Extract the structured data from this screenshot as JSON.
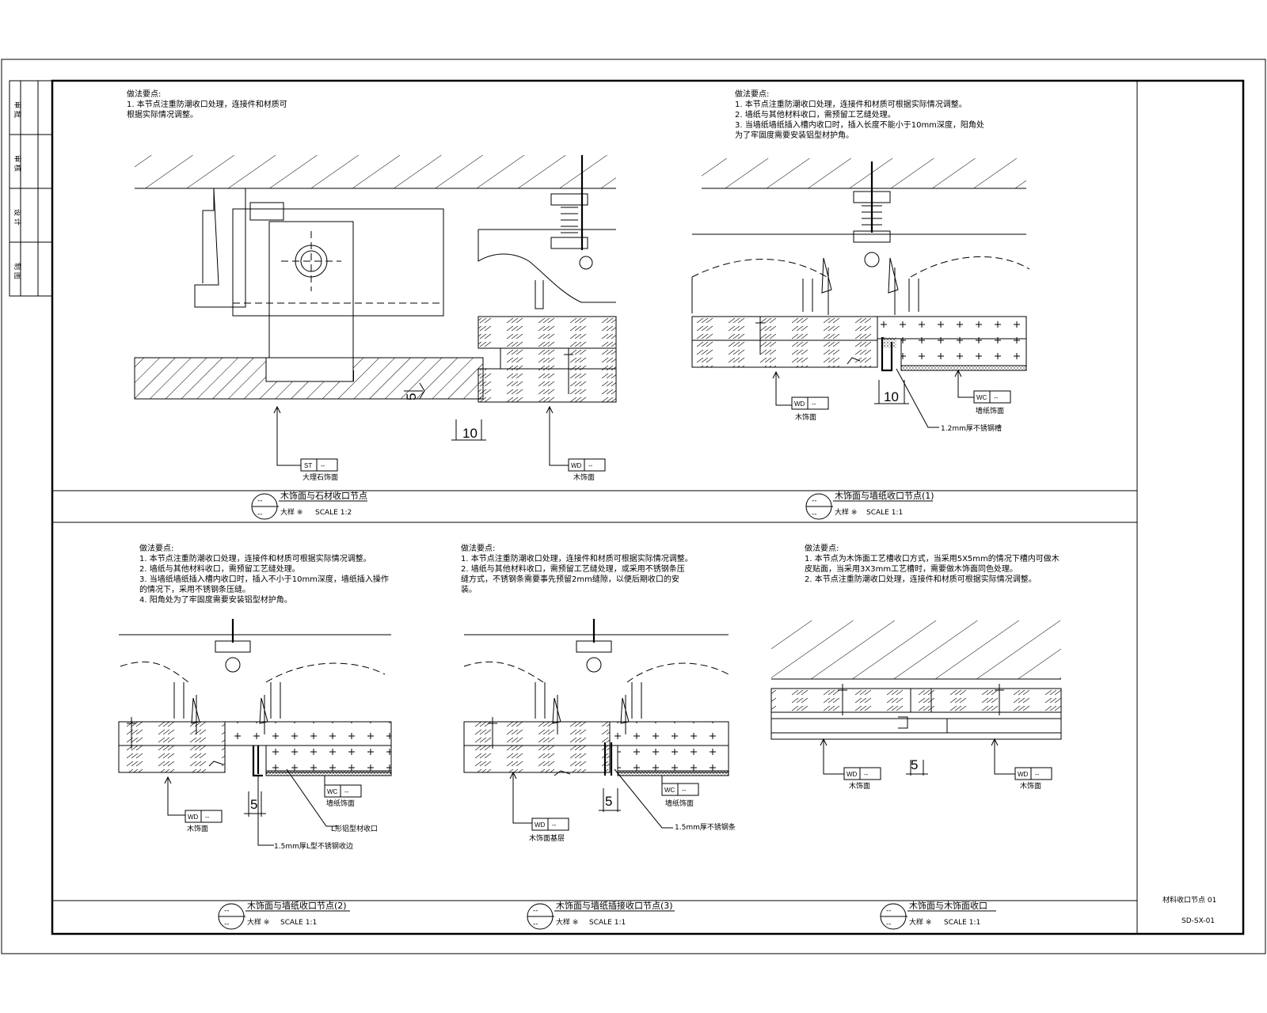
{
  "title_block": {
    "left_strip": [
      "审 批",
      "审 核",
      "设 计",
      "制 图"
    ],
    "right_text_1": "材料收口节点 01",
    "right_text_2": "SD-SX-01"
  },
  "details": [
    {
      "title": "木饰面与石材收口节点",
      "subtitle": "大样 ※",
      "scale": "SCALE 1:2",
      "notes_heading": "做法要点:",
      "notes": [
        "1. 本节点注重防潮收口处理，连接件和材质可",
        "   根据实际情况调整。"
      ],
      "tags": [
        {
          "code": "ST",
          "value": "--",
          "caption": "大理石饰面"
        },
        {
          "code": "WD",
          "value": "--",
          "caption": "木饰面"
        }
      ],
      "dims": [
        "5",
        "10"
      ],
      "callouts": []
    },
    {
      "title": "木饰面与墙纸收口节点(1)",
      "subtitle": "大样 ※",
      "scale": "SCALE 1:1",
      "notes_heading": "做法要点:",
      "notes": [
        "1. 本节点注重防潮收口处理，连接件和材质可根据实际情况调整。",
        "2. 墙纸与其他材料收口，需预留工艺缝处理。",
        "3. 当墙纸墙纸插入槽内收口时，插入长度不能小于10mm深度，阳角处",
        "   为了牢固度需要安装铝型材护角。"
      ],
      "tags": [
        {
          "code": "WD",
          "value": "--",
          "caption": "木饰面"
        },
        {
          "code": "WC",
          "value": "--",
          "caption": "墙纸饰面"
        }
      ],
      "dims": [
        "10"
      ],
      "callouts": [
        "1.2mm厚不锈钢槽"
      ]
    },
    {
      "title": "木饰面与墙纸收口节点(2)",
      "subtitle": "大样 ※",
      "scale": "SCALE 1:1",
      "notes_heading": "做法要点:",
      "notes": [
        "1. 本节点注重防潮收口处理，连接件和材质可根据实际情况调整。",
        "2. 墙纸与其他材料收口，需预留工艺缝处理。",
        "3. 当墙纸墙纸插入槽内收口时，插入不小于10mm深度，墙纸插入操作",
        "   的情况下，采用不锈钢条压缝。",
        "4. 阳角处为了牢固度需要安装铝型材护角。"
      ],
      "tags": [
        {
          "code": "WC",
          "value": "--",
          "caption": "墙纸饰面"
        },
        {
          "code": "WD",
          "value": "--",
          "caption": "木饰面"
        }
      ],
      "dims": [
        "5"
      ],
      "callouts": [
        "L形铝型材收口",
        "1.5mm厚L型不锈钢收边"
      ]
    },
    {
      "title": "木饰面与墙纸插接收口节点(3)",
      "subtitle": "大样 ※",
      "scale": "SCALE 1:1",
      "notes_heading": "做法要点:",
      "notes": [
        "1. 本节点注重防潮收口处理，连接件和材质可根据实际情况调整。",
        "2. 墙纸与其他材料收口，需预留工艺缝处理，或采用不锈钢条压",
        "   缝方式，不锈钢条需要事先预留2mm缝隙，以便后期收口的安",
        "   装。"
      ],
      "tags": [
        {
          "code": "WD",
          "value": "--",
          "caption": "木饰面基层"
        },
        {
          "code": "WC",
          "value": "--",
          "caption": "墙纸饰面"
        }
      ],
      "dims": [
        "5"
      ],
      "callouts": [
        "1.5mm厚不锈钢条"
      ]
    },
    {
      "title": "木饰面与木饰面收口",
      "subtitle": "大样 ※",
      "scale": "SCALE 1:1",
      "notes_heading": "做法要点:",
      "notes": [
        "1. 本节点为木饰面工艺槽收口方式，当采用5X5mm的情况下槽内可做木",
        "   皮贴面，当采用3X3mm工艺槽时，需要做木饰面同色处理。",
        "2. 本节点注重防潮收口处理，连接件和材质可根据实际情况调整。"
      ],
      "tags": [
        {
          "code": "WD",
          "value": "--",
          "caption": "木饰面"
        },
        {
          "code": "WD",
          "value": "--",
          "caption": "木饰面"
        }
      ],
      "dims": [
        "5"
      ],
      "callouts": []
    }
  ]
}
